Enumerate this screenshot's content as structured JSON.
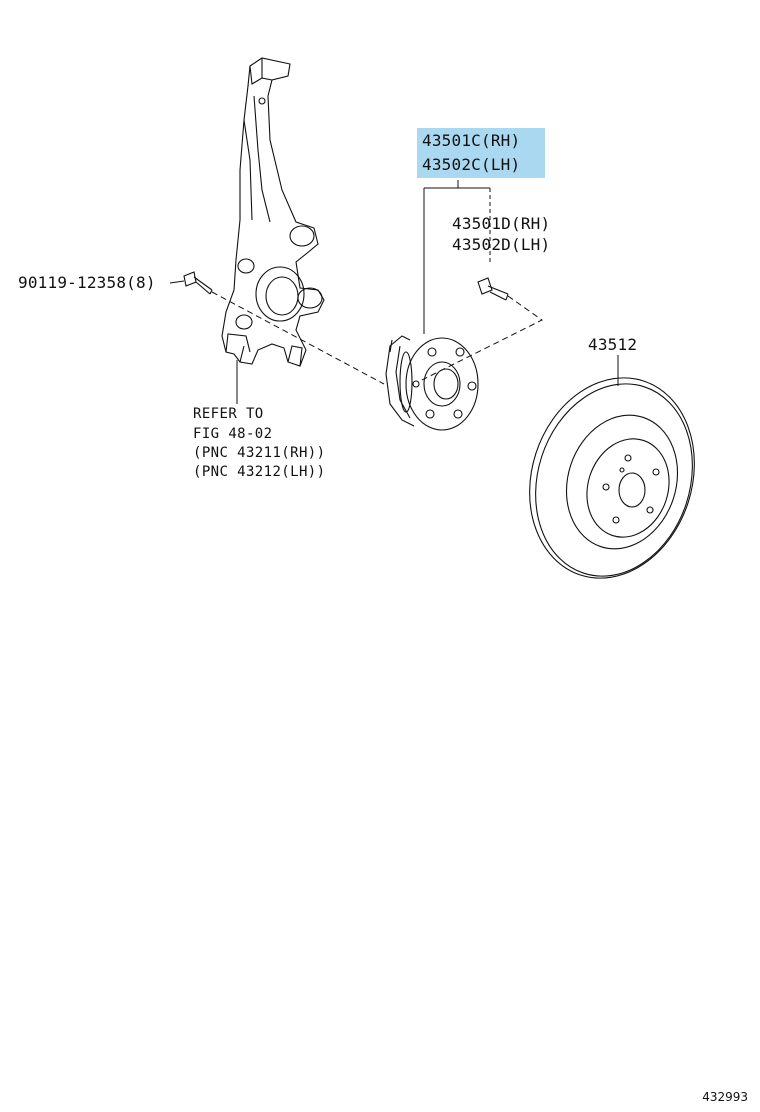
{
  "diagram": {
    "highlight_color": "#a9d8f0",
    "parts": [
      {
        "part_no": "43501C(RH)"
      },
      {
        "part_no": "43502C(LH)"
      },
      {
        "part_no": "43501D(RH)"
      },
      {
        "part_no": "43502D(LH)"
      },
      {
        "part_no": "90119-12358(8)"
      },
      {
        "part_no": "43512"
      }
    ],
    "refer": {
      "line1": "REFER TO",
      "line2": "FIG 48-02",
      "line3": "(PNC 43211(RH))",
      "line4": "(PNC 43212(LH))"
    },
    "illustration_id": "432993"
  }
}
